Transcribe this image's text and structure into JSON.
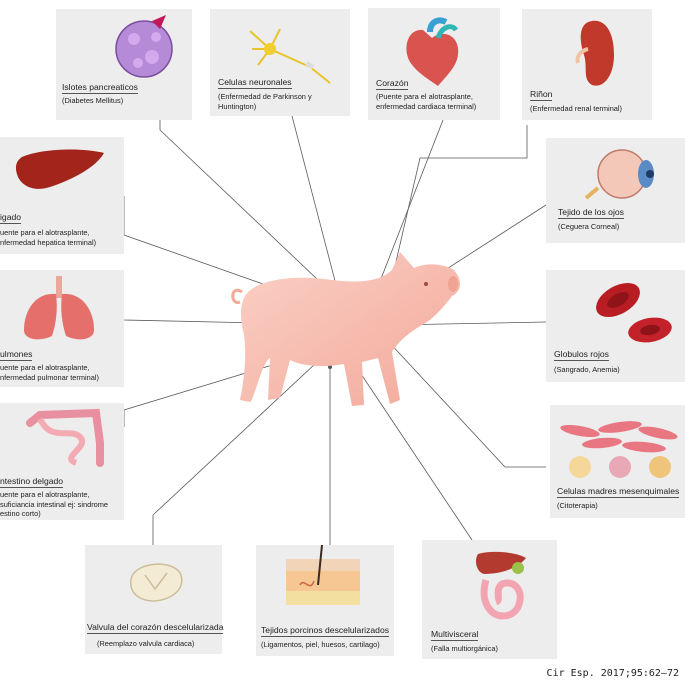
{
  "panels": [
    {
      "key": "islotes",
      "title": "Islotes pancreaticos",
      "desc": "(Diabetes Mellitus)",
      "icon": "pancreatic-islet-icon"
    },
    {
      "key": "neuronales",
      "title": "Celulas neuronales",
      "desc": "(Enfermedad de Parkinson y\nHuntington)",
      "icon": "neuron-icon"
    },
    {
      "key": "corazon",
      "title": "Corazón",
      "desc": "(Puente para el alotrasplante,\nenfermedad cardiaca terminal)",
      "icon": "heart-icon"
    },
    {
      "key": "rinon",
      "title": "Riñon",
      "desc": "(Enfermedad renal terminal)",
      "icon": "kidney-icon"
    },
    {
      "key": "higado",
      "title": "igado",
      "desc": "uente para el alotrasplante,\nnfermedad hepatica terminal)",
      "icon": "liver-icon"
    },
    {
      "key": "ojos",
      "title": "Tejido de los ojos",
      "desc": "(Ceguera Corneal)",
      "icon": "eye-icon"
    },
    {
      "key": "pulmones",
      "title": "ulmones",
      "desc": "uente para el alotrasplante,\nnfermedad pulmonar terminal)",
      "icon": "lungs-icon"
    },
    {
      "key": "globulos",
      "title": "Globulos rojos",
      "desc": "(Sangrado, Anemia)",
      "icon": "red-blood-cells-icon"
    },
    {
      "key": "intestino",
      "title": "ntestino delgado",
      "desc": "uente para el alotrasplante,\nsuficiancia intestinal ej: sindrome\nestino corto)",
      "icon": "intestine-icon"
    },
    {
      "key": "mesenquimales",
      "title": "Celulas madres mesenquimales",
      "desc": "(Citoterapia)",
      "icon": "stem-cells-icon"
    },
    {
      "key": "valvula",
      "title": "Valvula del corazón descelularizada",
      "desc": "(Reemplazo valvula cardiaca)",
      "icon": "heart-valve-icon"
    },
    {
      "key": "tejidos",
      "title": "Tejidos porcinos descelularizados",
      "desc": "(Ligamentos, piel, huesos, cartilago)",
      "icon": "skin-tissue-icon"
    },
    {
      "key": "multivisceral",
      "title": "Multivisceral",
      "desc": "(Falla multiorgánica)",
      "icon": "abdominal-organs-icon"
    }
  ],
  "center": {
    "icon": "pig-icon"
  },
  "citation": "Cir Esp. 2017;95:62–72"
}
